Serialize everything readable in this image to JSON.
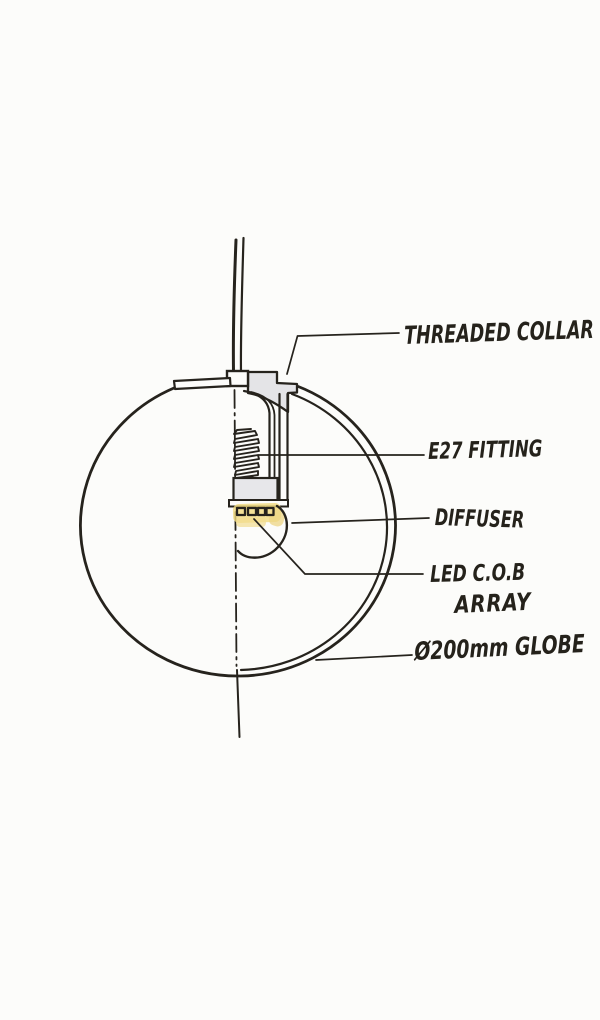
{
  "annotations": {
    "threaded_collar": "THREADED COLLAR .",
    "e27_fitting": "E27 FITTING",
    "diffuser": "DIFFUSER",
    "led_cob_line1": "LED C.O.B",
    "led_cob_line2": "ARRAY",
    "globe": "Ø200mm GLOBE"
  },
  "colors": {
    "ink": "#26231d",
    "paper": "#fcfcfa",
    "highlight_yellow": "#f0d97e",
    "section_gray": "#e4e4e7"
  }
}
